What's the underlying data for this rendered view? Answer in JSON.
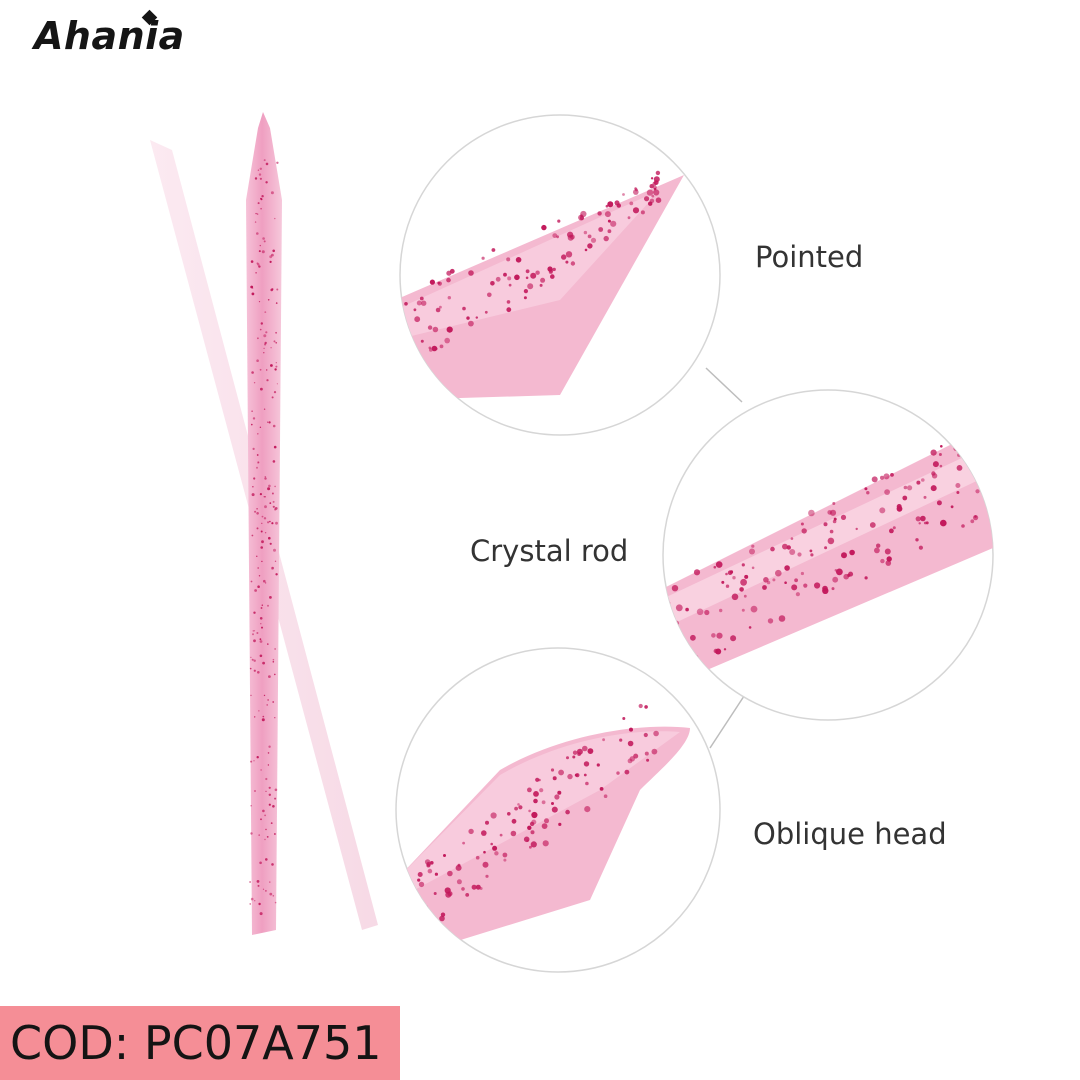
{
  "brand": {
    "name": "Ahania"
  },
  "features": {
    "pointed": "Pointed",
    "crystal_rod": "Crystal rod",
    "oblique_head": "Oblique head"
  },
  "product_code": {
    "text": "COD: PC07A751",
    "background": "#f58e96"
  },
  "colors": {
    "stick_pink": "#f2a9c8",
    "stick_light": "#f8dbe8",
    "glitter": "#c2185b"
  }
}
